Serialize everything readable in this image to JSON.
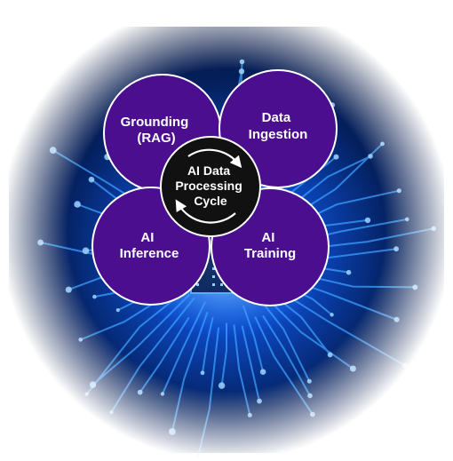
{
  "diagram": {
    "center": {
      "lines": [
        "AI Data",
        "Processing",
        "Cycle"
      ]
    },
    "stages": [
      {
        "id": "grounding",
        "lines": [
          "Grounding",
          "(RAG)"
        ]
      },
      {
        "id": "ingestion",
        "lines": [
          "Data",
          "Ingestion"
        ]
      },
      {
        "id": "inference",
        "lines": [
          "AI",
          "Inference"
        ]
      },
      {
        "id": "training",
        "lines": [
          "AI",
          "Training"
        ]
      }
    ]
  },
  "colors": {
    "stage_fill": "#4a0e8f",
    "stage_stroke": "#ffffff",
    "center_fill": "#111111",
    "center_stroke": "#ffffff",
    "background_deep": "#03123a",
    "background_glow": "#1e74ff",
    "circuit_trace": "#3aa0ff"
  },
  "icons": {
    "center": "cycle-arrows-icon",
    "background": "circuit-board-background"
  }
}
